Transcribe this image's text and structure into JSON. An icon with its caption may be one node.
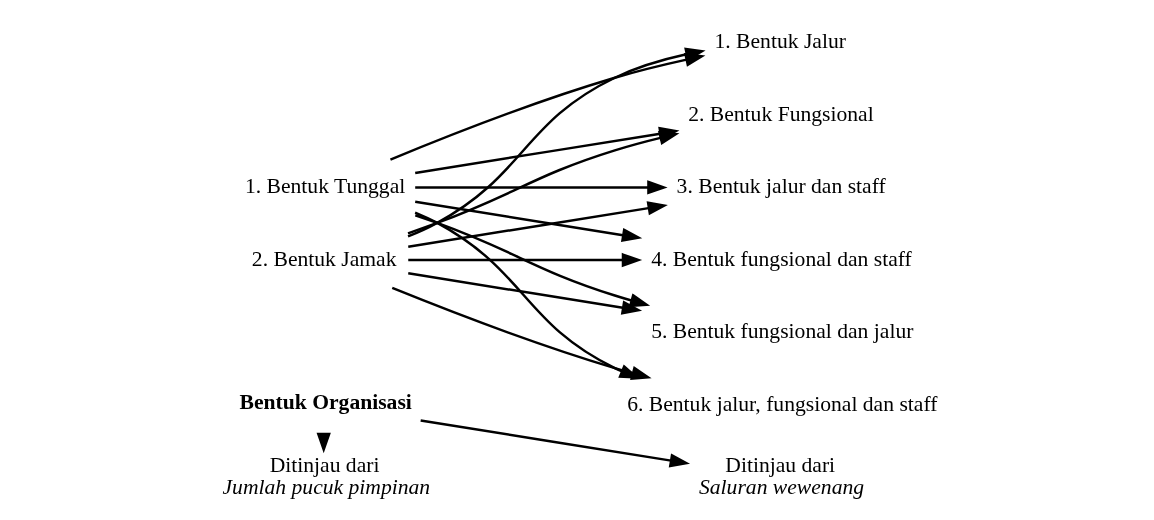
{
  "diagram": {
    "nodes": [
      {
        "text": [
          "Bentuk Organisasi"
        ]
      },
      {
        "text": [
          "Ditinjau dari",
          "Jumlah pucuk pimpinan"
        ]
      },
      {
        "text": [
          "Ditinjau dari",
          "Saluran wewenang"
        ]
      },
      {
        "text": [
          "1. Bentuk Tunggal"
        ]
      },
      {
        "text": [
          "2. Bentuk Jamak"
        ]
      },
      {
        "text": [
          "1. Bentuk Jalur"
        ]
      },
      {
        "text": [
          "2. Bentuk Fungsional"
        ]
      },
      {
        "text": [
          "3. Bentuk jalur dan staff"
        ]
      },
      {
        "text": [
          "4. Bentuk fungsional dan staff"
        ]
      },
      {
        "text": [
          "5. Bentuk fungsional dan jalur"
        ]
      },
      {
        "text": [
          "6. Bentuk jalur, fungsional dan staff"
        ]
      }
    ],
    "edges": [
      {
        "from": 0,
        "to": 1,
        "arrow": "to"
      },
      {
        "from": 0,
        "to": 2,
        "arrow": "to"
      },
      {
        "from": 3,
        "to": 5,
        "arrow": "to"
      },
      {
        "from": 3,
        "to": 6,
        "arrow": "to"
      },
      {
        "from": 3,
        "to": 7,
        "arrow": "to"
      },
      {
        "from": 3,
        "to": 8,
        "arrow": "to"
      },
      {
        "from": 3,
        "to": 9,
        "arrow": "to"
      },
      {
        "from": 3,
        "to": 10,
        "arrow": "to"
      },
      {
        "from": 4,
        "to": 5,
        "arrow": "to"
      },
      {
        "from": 4,
        "to": 6,
        "arrow": "to"
      },
      {
        "from": 4,
        "to": 7,
        "arrow": "to"
      },
      {
        "from": 4,
        "to": 8,
        "arrow": "to"
      },
      {
        "from": 4,
        "to": 9,
        "arrow": "to"
      },
      {
        "from": 4,
        "to": 10,
        "arrow": "to"
      }
    ]
  }
}
